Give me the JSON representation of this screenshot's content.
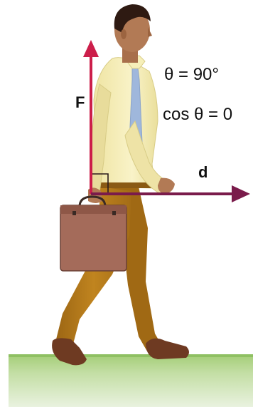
{
  "labels": {
    "force": "F",
    "displacement": "d",
    "angle_equation": "θ = 90°",
    "cos_equation": "cos θ = 0"
  },
  "colors": {
    "force_arrow": "#cc1e4a",
    "displacement_arrow": "#7a1b4b",
    "grass": "#a3cd76",
    "shirt": "#f6efb9",
    "tie": "#9fb7dc",
    "pants": "#b5791c",
    "briefcase": "#a46b5a",
    "skin": "#b27a55",
    "hair": "#2e1a12"
  }
}
